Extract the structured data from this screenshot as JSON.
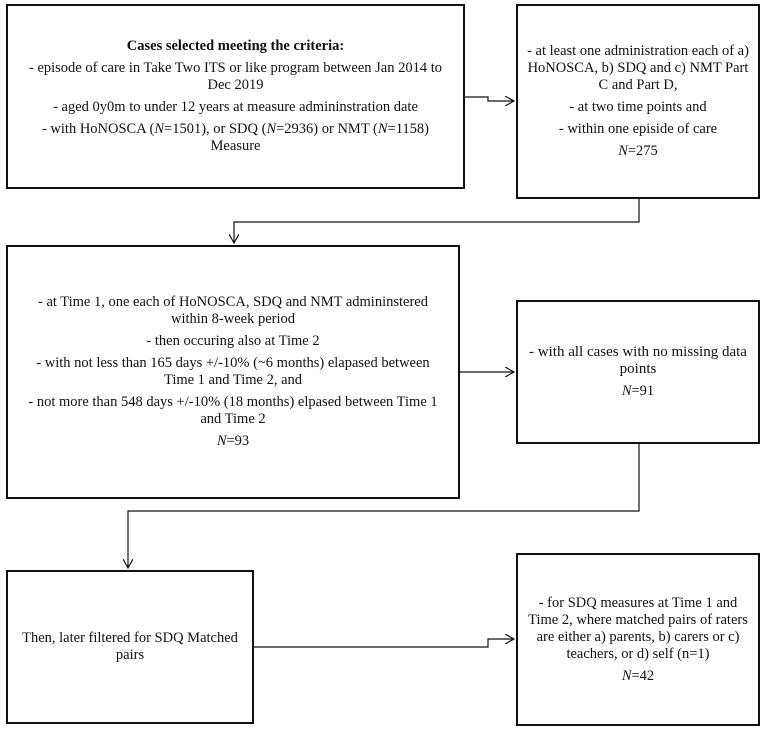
{
  "box1": {
    "heading": "Cases selected meeting the criteria:",
    "line1": "- episode of care in Take Two ITS or like program between Jan 2014 to Dec 2019",
    "line2": "- aged 0y0m to under 12 years at measure admininstration date",
    "line3_a": "- with HoNOSCA (",
    "n_label": "N",
    "line3_b": "=1501), or SDQ (",
    "line3_c": "=2936) or NMT (",
    "line3_d": "=1158) Measure"
  },
  "box2": {
    "line1": "- at least one administration each of a) HoNOSCA, b) SDQ and c) NMT Part C and Part D,",
    "line2": "- at two time points and",
    "line3": "- within one episide of care",
    "n_label": "N",
    "n_value": "=275"
  },
  "box3": {
    "line1": "- at Time 1, one each of HoNOSCA, SDQ and NMT admininstered within 8-week period",
    "line2": "- then occuring also at Time 2",
    "line3": "- with not less than 165 days +/-10% (~6 months) elapased between Time 1 and Time 2, and",
    "line4": "- not more than 548 days +/-10% (18 months) elpased between Time 1 and Time 2",
    "n_label": "N",
    "n_value": "=93"
  },
  "box4": {
    "line1": "- with all cases with no missing data points",
    "n_label": "N",
    "n_value": "=91"
  },
  "box5": {
    "line1": "Then, later filtered for SDQ Matched pairs"
  },
  "box6": {
    "line1": "- for SDQ measures at Time 1 and Time 2, where matched pairs of raters are either a) parents, b) carers or c) teachers, or d) self (n=1)",
    "n_label": "N",
    "n_value": "=42"
  }
}
